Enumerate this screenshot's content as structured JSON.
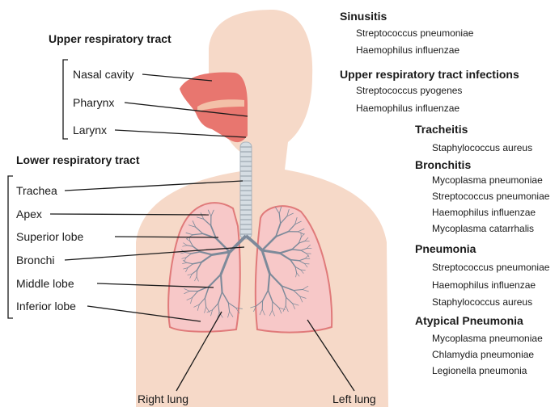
{
  "groups": {
    "upper_title": "Upper respiratory tract",
    "upper": [
      "Nasal cavity",
      "Pharynx",
      "Larynx"
    ],
    "lower_title": "Lower respiratory tract",
    "lower": [
      "Trachea",
      "Apex",
      "Superior lobe",
      "Bronchi",
      "Middle lobe",
      "Inferior lobe"
    ]
  },
  "bottom": {
    "right_lung": "Right lung",
    "left_lung": "Left lung"
  },
  "infections": [
    {
      "name": "Sinusitis",
      "organisms": [
        "Streptococcus pneumoniae",
        "Haemophilus influenzae"
      ]
    },
    {
      "name": "Upper respiratory tract infections",
      "organisms": [
        "Streptococcus pyogenes",
        "Haemophilus influenzae"
      ]
    },
    {
      "name": "Tracheitis",
      "organisms": [
        "Staphylococcus aureus"
      ]
    },
    {
      "name": "Bronchitis",
      "organisms": [
        "Mycoplasma pneumoniae",
        "Streptococcus pneumoniae",
        "Haemophilus influenzae",
        "Mycoplasma catarrhalis"
      ]
    },
    {
      "name": "Pneumonia",
      "organisms": [
        "Streptococcus pneumoniae",
        "Haemophilus influenzae",
        "Staphylococcus aureus"
      ]
    },
    {
      "name": "Atypical Pneumonia",
      "organisms": [
        "Mycoplasma pneumoniae",
        "Chlamydia pneumoniae",
        "Legionella pneumonia"
      ]
    }
  ],
  "colors": {
    "skin": "#f6d9c8",
    "lung_fill": "#f7c8c8",
    "lung_stroke": "#e07a7a",
    "airway": "#7d8a9a",
    "trachea": "#d5dde3",
    "nasal": "#e8766f",
    "leader": "#1a1a1a"
  }
}
